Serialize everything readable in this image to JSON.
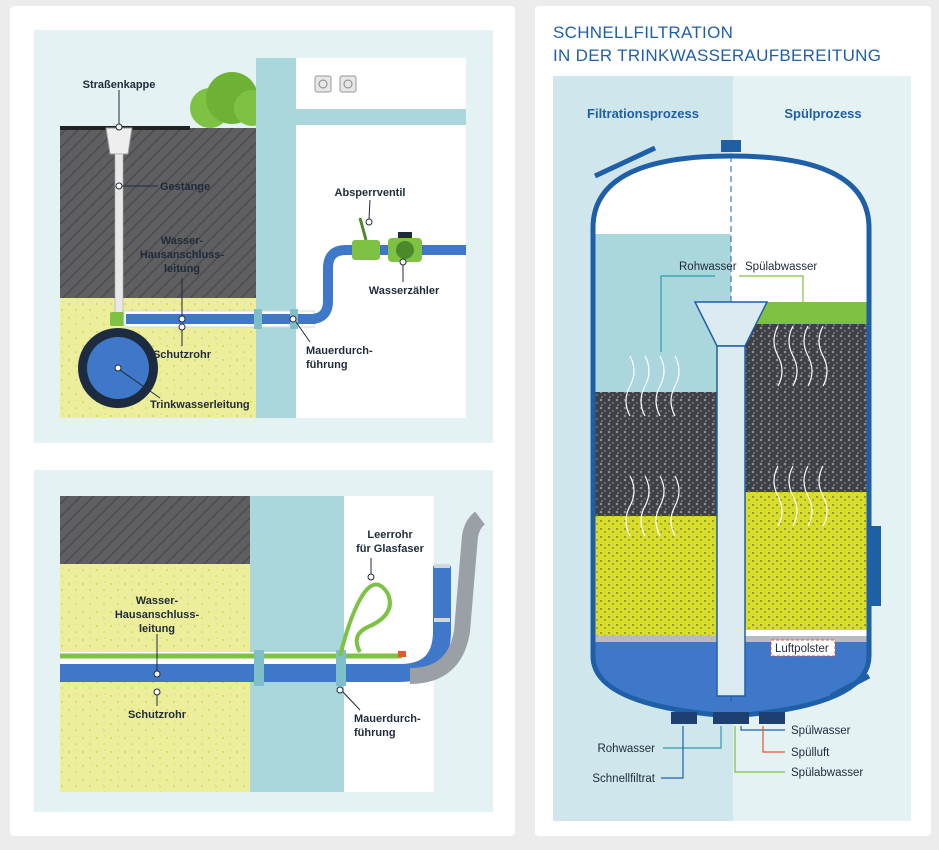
{
  "top_diagram": {
    "labels": {
      "strassenkappe": "Straßenkappe",
      "gestaenge": "Gestänge",
      "hausanschluss": [
        "Wasser-",
        "Hausanschluss-",
        "leitung"
      ],
      "schutzrohr": "Schutzrohr",
      "trinkwasserleitung": "Trinkwasserleitung",
      "absperrventil": "Absperrventil",
      "wasserzaehler": "Wasserzähler",
      "mauerdurchfuehrung": [
        "Mauerdurch-",
        "führung"
      ]
    }
  },
  "bottom_diagram": {
    "labels": {
      "leerrohr": [
        "Leerrohr",
        "für Glasfaser"
      ],
      "hausanschluss": [
        "Wasser-",
        "Hausanschluss-",
        "leitung"
      ],
      "schutzrohr": "Schutzrohr",
      "mauerdurchfuehrung": [
        "Mauerdurch-",
        "führung"
      ]
    }
  },
  "filter_diagram": {
    "title": [
      "SCHNELLFILTRATION",
      "IN DER TRINKWASSERAUFBEREITUNG"
    ],
    "headers": {
      "left": "Filtrationsprozess",
      "right": "Spülprozess"
    },
    "labels": {
      "rohwasser_top": "Rohwasser",
      "spuelabwasser_top": "Spülabwasser",
      "luftpolster": "Luftpolster",
      "rohwasser_bottom": "Rohwasser",
      "schnellfiltrat": "Schnellfiltrat",
      "spuelwasser": "Spülwasser",
      "spuelluft": "Spülluft",
      "spuelabwasser_bottom": "Spülabwasser"
    }
  },
  "colors": {
    "soil_dark": "#5f5f62",
    "sand": "#ecee9c",
    "wall": "#a9d7dc",
    "bg_panel": "#e4f2f4",
    "pipe_blue": "#3f78c9",
    "accent_green": "#7ec244",
    "title_blue": "#1f5fa8"
  }
}
